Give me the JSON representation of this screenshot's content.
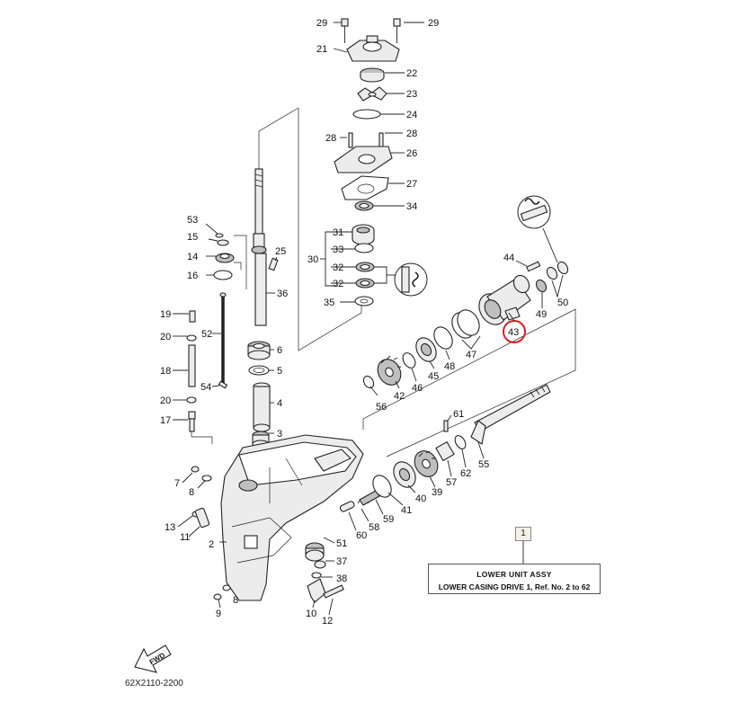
{
  "labels": {
    "29a": "29",
    "29b": "29",
    "21": "21",
    "22": "22",
    "23": "23",
    "24": "24",
    "28a": "28",
    "28b": "28",
    "26": "26",
    "27": "27",
    "34": "34",
    "31": "31",
    "33": "33",
    "30": "30",
    "32a": "32",
    "32b": "32",
    "35": "35",
    "53": "53",
    "15": "15",
    "14": "14",
    "16": "16",
    "25": "25",
    "36": "36",
    "19": "19",
    "20a": "20",
    "52": "52",
    "18": "18",
    "54": "54",
    "20b": "20",
    "17": "17",
    "6": "6",
    "5": "5",
    "4": "4",
    "3": "3",
    "44": "44",
    "49": "49",
    "50": "50",
    "43": "43",
    "47": "47",
    "48": "48",
    "45": "45",
    "46": "46",
    "42": "42",
    "56": "56",
    "61": "61",
    "55": "55",
    "62": "62",
    "57": "57",
    "39": "39",
    "40": "40",
    "41": "41",
    "59": "59",
    "58": "58",
    "60": "60",
    "51": "51",
    "37": "37",
    "38": "38",
    "7": "7",
    "8a": "8",
    "13": "13",
    "11": "11",
    "2": "2",
    "8b": "8",
    "9": "9",
    "10": "10",
    "12": "12"
  },
  "assembly": {
    "ref_number": "1",
    "title": "LOWER UNIT ASSY",
    "subtitle": "LOWER CASING DRIVE 1,  Ref. No. 2 to 62"
  },
  "diagram_code": "62X2110-2200",
  "fwd_label": "FWD",
  "highlight_color": "#d42020",
  "highlighted_part": "43",
  "icons": [
    "grease-symbol-icon",
    "fwd-arrow-icon"
  ]
}
